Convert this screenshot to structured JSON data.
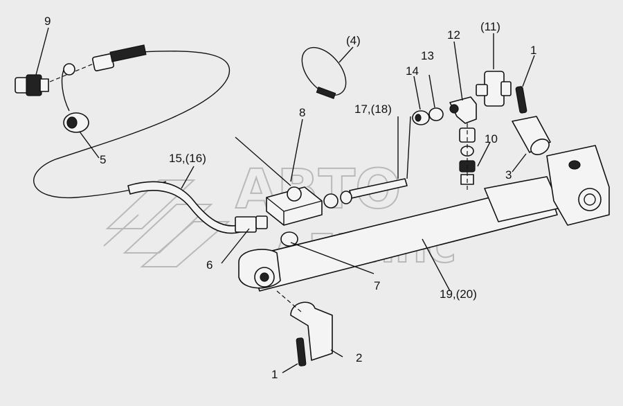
{
  "watermark": {
    "line1": "АВТО",
    "line2": "АЛЬЯНС"
  },
  "labels": {
    "l1_top": "1",
    "l1_bottom": "1",
    "l2": "2",
    "l3": "3",
    "l4": "(4)",
    "l5": "5",
    "l6": "6",
    "l7": "7",
    "l8": "8",
    "l9": "9",
    "l10": "10",
    "l11": "(11)",
    "l12": "12",
    "l13": "13",
    "l14": "14",
    "l15": "15,(16)",
    "l17": "17,(18)",
    "l19": "19,(20)"
  }
}
